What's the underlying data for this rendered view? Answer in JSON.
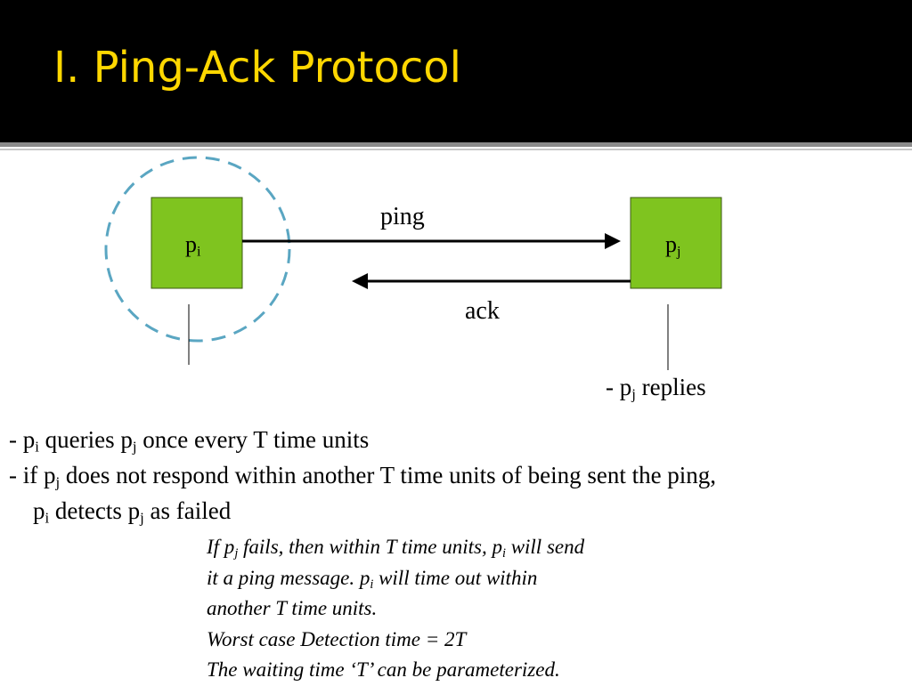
{
  "slide": {
    "title": "I. Ping-Ack Protocol"
  },
  "colors": {
    "title_bar": "#000000",
    "title_text": "#ffd700",
    "node_fill": "#7fc41f",
    "dashed_circle": "#5aa6c2",
    "arrow": "#000000"
  },
  "diagram": {
    "node_i": {
      "main": "p",
      "sub": "i"
    },
    "node_j": {
      "main": "p",
      "sub": "j"
    },
    "ping_label": "ping",
    "ack_label": "ack"
  },
  "replies": {
    "prefix": "- p",
    "sub": "j",
    "suffix": " replies"
  },
  "bullets": {
    "line1": {
      "a": "- p",
      "a_sub": "i",
      "b": " queries p",
      "b_sub": "j",
      "c": " once every T time units"
    },
    "line2": {
      "a": "- if p",
      "a_sub": "j",
      "b": " does not respond within another T time units of being sent the ping,"
    },
    "line3": {
      "a": "p",
      "a_sub": "i",
      "b": " detects p",
      "b_sub": "j",
      "c": " as failed"
    }
  },
  "note": {
    "line1": {
      "a": "If p",
      "a_sub": "j",
      "b": " fails, then within T time units, p",
      "b_sub": "i",
      "c": " will send"
    },
    "line2": {
      "a": "it a ping message. p",
      "a_sub": "i",
      "b": " will time out within"
    },
    "line3": "another T time units.",
    "line4": "Worst case Detection time = 2T",
    "line5": "The waiting time ‘T’ can be parameterized."
  }
}
